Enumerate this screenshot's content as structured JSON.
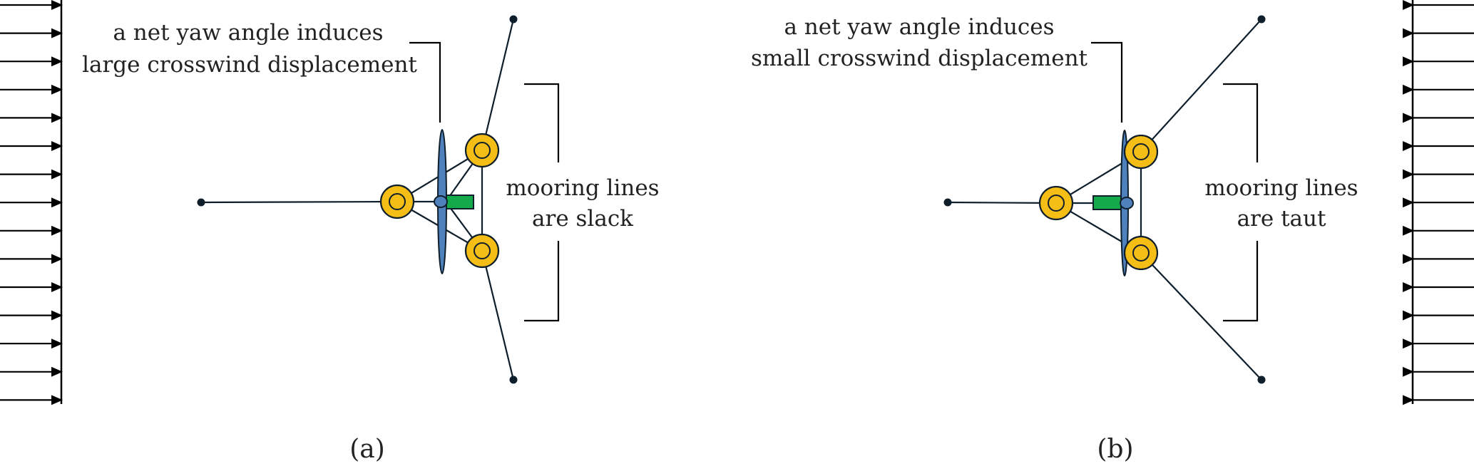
{
  "panel_a": {
    "annotation_line1": "a net yaw angle induces",
    "annotation_line2": "large crosswind displacement",
    "mooring_line1": "mooring lines",
    "mooring_line2": "are slack",
    "caption": "(a)"
  },
  "panel_b": {
    "annotation_line1": "a net yaw angle induces",
    "annotation_line2": "small crosswind displacement",
    "mooring_line1": "mooring lines",
    "mooring_line2": "are taut",
    "caption": "(b)"
  },
  "colors": {
    "float_fill": "#F5BE16",
    "rotor_fill": "#4F81BD",
    "nacelle_fill": "#14A94B",
    "line": "#0F1E2B",
    "anchor": "#0F1E2B"
  },
  "wind": {
    "arrow_count": 15
  }
}
